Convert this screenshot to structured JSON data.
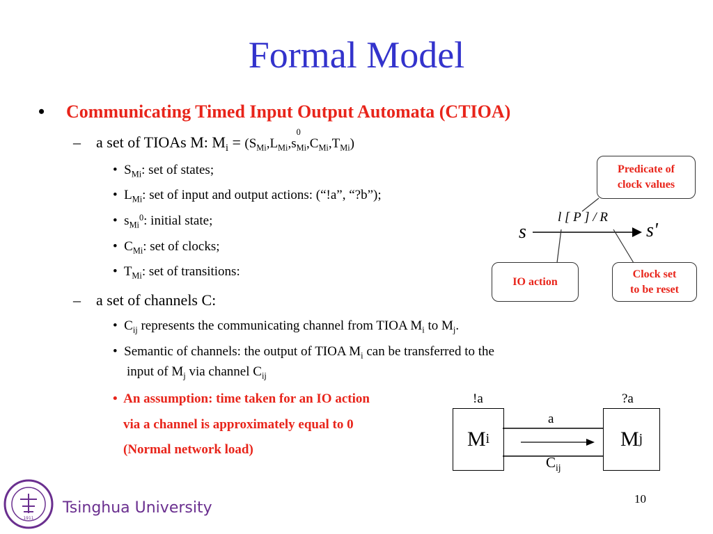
{
  "title": "Formal Model",
  "main_bullet": "Communicating Timed Input Output Automata (CTIOA)",
  "tioa_line": {
    "prefix": "a set of TIOAs M: M",
    "prefix_sub": "i",
    "eq": " = ",
    "tuple": "(S",
    "t1_sub": "Mi",
    "t2": ",L",
    "t2_sub": "Mi",
    "t3": ",s",
    "t3_sup": "0",
    "t3_sub": "Mi",
    "t4": ",C",
    "t4_sub": "Mi",
    "t5": ",T",
    "t5_sub": "Mi",
    "close": ")"
  },
  "items": [
    {
      "sym": "S",
      "sub": "Mi",
      "sup": "",
      "text": ":  set of states;"
    },
    {
      "sym": "L",
      "sub": "Mi",
      "sup": "",
      "text": ":  set of input and output actions: (“!a”, “?b”);"
    },
    {
      "sym": "s",
      "sub": "Mi",
      "sup": "0",
      "text": ": initial state;"
    },
    {
      "sym": "C",
      "sub": "Mi",
      "sup": "",
      "text": ": set of clocks;"
    },
    {
      "sym": "T",
      "sub": "Mi",
      "sup": "",
      "text": ": set of transitions:"
    }
  ],
  "channels_line": "a set of channels C:",
  "channel_items": {
    "c1": {
      "a": "C",
      "a_sub": "ij",
      "b": " represents the communicating channel from TIOA M",
      "b_sub": "i",
      "c": " to M",
      "c_sub": "j",
      "d": "."
    },
    "c2": {
      "a": "Semantic of channels: the output of TIOA M",
      "a_sub": "i",
      "b": " can be transferred to the"
    },
    "c3": {
      "a": "input of M",
      "a_sub": "j",
      "b": " via channel C",
      "b_sub": "ij"
    }
  },
  "assumption": {
    "line1": "An assumption: time taken for an IO action",
    "line2": "via a channel is approximately equal to 0",
    "line3": "(Normal network load)"
  },
  "transition_diagram": {
    "from_state": "s",
    "to_state": "s'",
    "label": "l [ P ] / R",
    "callout_predicate": [
      "Predicate of",
      "clock values"
    ],
    "callout_io": "IO action",
    "callout_clock": [
      "Clock set",
      "to be reset"
    ]
  },
  "channel_diagram": {
    "left_box": "M",
    "left_sub": "i",
    "right_box": "M",
    "right_sub": "j",
    "left_label": "!a",
    "right_label": "?a",
    "arrow_label": "a",
    "channel_label": "C",
    "channel_sub": "ij"
  },
  "footer": {
    "university": "Tsinghua University",
    "seal_year": "1911"
  },
  "page_number": "10",
  "colors": {
    "title": "#3333cc",
    "accent": "#e8241a",
    "logo": "#6a2f8f"
  }
}
